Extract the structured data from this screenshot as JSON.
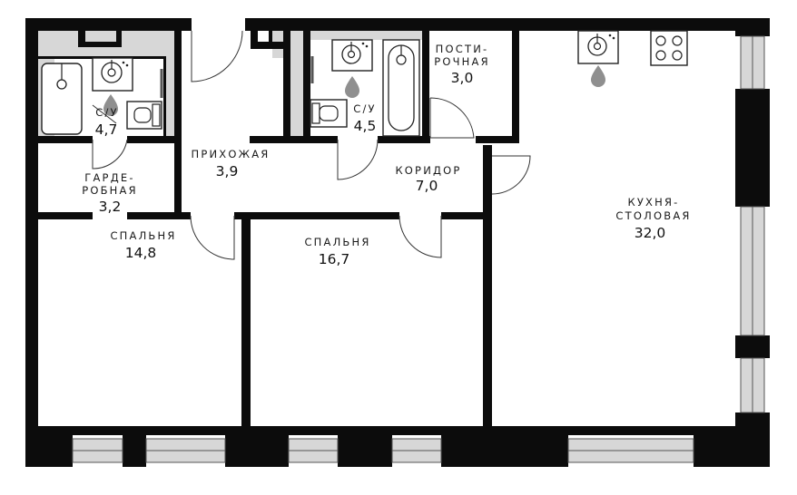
{
  "rooms": {
    "bathroom_left": {
      "label": "С/У",
      "area": "4,7"
    },
    "wardrobe": {
      "label_line1": "ГАРДЕ-",
      "label_line2": "РОБНАЯ",
      "area": "3,2"
    },
    "hallway": {
      "label": "ПРИХОЖАЯ",
      "area": "3,9"
    },
    "bathroom_center": {
      "label": "С/У",
      "area": "4,5"
    },
    "laundry": {
      "label_line1": "ПОСТИ-",
      "label_line2": "РОЧНАЯ",
      "area": "3,0"
    },
    "corridor": {
      "label": "КОРИДОР",
      "area": "7,0"
    },
    "kitchen": {
      "label_line1": "КУХНЯ-",
      "label_line2": "СТОЛОВАЯ",
      "area": "32,0"
    },
    "bedroom_left": {
      "label": "СПАЛЬНЯ",
      "area": "14,8"
    },
    "bedroom_center": {
      "label": "СПАЛЬНЯ",
      "area": "16,7"
    }
  },
  "icons": [
    "sink-icon",
    "bathtub-icon",
    "toilet-icon",
    "water-drop-icon",
    "stove-icon",
    "door-swing-icon",
    "window-icon"
  ],
  "colors": {
    "wall": "#0c0c0c",
    "wet_zone": "#d7d7d7",
    "water_drop": "#8f8f8f",
    "background": "#ffffff"
  }
}
